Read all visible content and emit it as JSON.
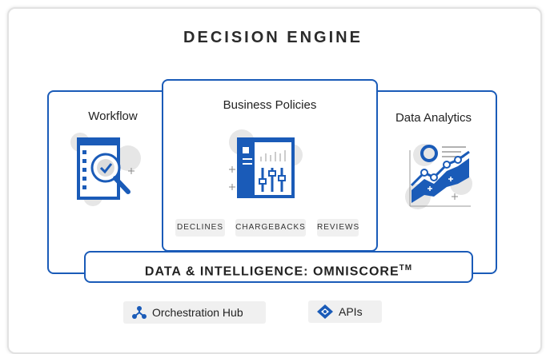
{
  "title": "DECISION ENGINE",
  "cards": {
    "workflow": "Workflow",
    "business_policies": "Business Policies",
    "data_analytics": "Data Analytics"
  },
  "chips": [
    "DECLINES",
    "CHARGEBACKS",
    "REVIEWS"
  ],
  "bar": {
    "label": "DATA & INTELLIGENCE: OMNISCORE",
    "trademark": "TM"
  },
  "pills": {
    "orchestration_hub": "Orchestration Hub",
    "apis": "APIs"
  },
  "colors": {
    "accent": "#1a5bb8",
    "chip_bg": "#f0f0f0",
    "icon_bg": "#e6e6e6"
  },
  "icons": [
    "checklist-magnifier-icon",
    "sliders-panel-icon",
    "analytics-chart-icon",
    "hierarchy-icon",
    "api-icon"
  ]
}
